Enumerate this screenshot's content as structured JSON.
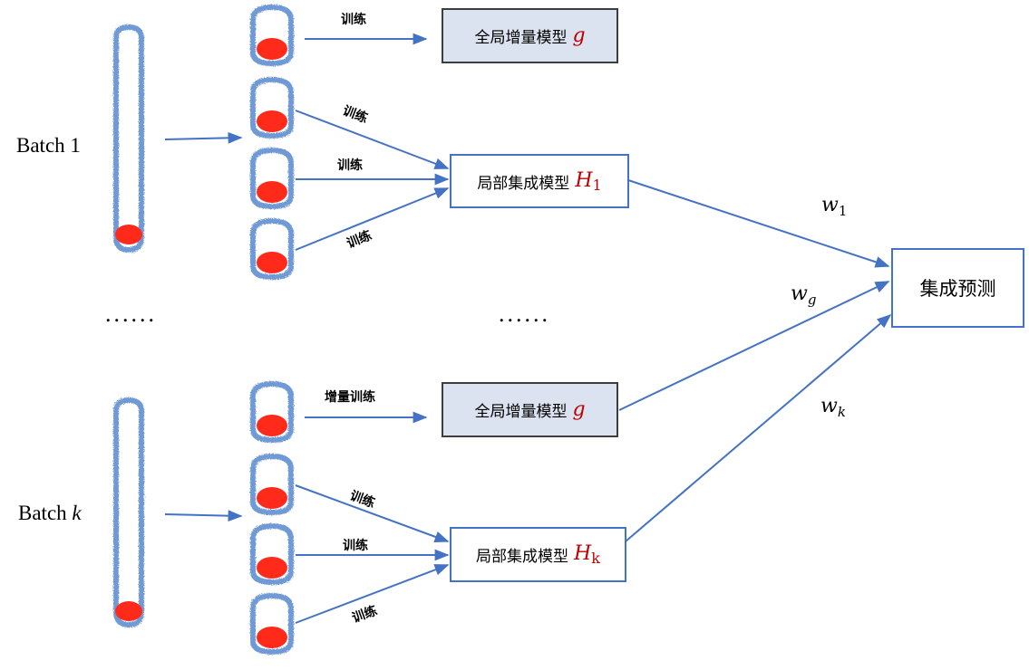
{
  "batch_1": {
    "prefix": "Batch ",
    "index": "1"
  },
  "batch_k": {
    "prefix": "Batch ",
    "index": "k"
  },
  "ellipsis": "......",
  "train": "训练",
  "incremental_train": "增量训练",
  "global_model": {
    "text": "全局增量模型",
    "symbol": "g"
  },
  "local_model_1": {
    "text": "局部集成模型",
    "symbol": "H",
    "sub": "1"
  },
  "local_model_k": {
    "text": "局部集成模型",
    "symbol": "H",
    "sub": "k"
  },
  "ensemble": "集成预测",
  "weights": {
    "w1": {
      "symbol": "w",
      "sub": "1"
    },
    "wg": {
      "symbol": "w",
      "sub": "g"
    },
    "wk": {
      "symbol": "w",
      "sub": "k"
    }
  },
  "colors": {
    "arrow": "#4472c4",
    "fill_red": "#ff2a1a",
    "tube": "#6f9ad6",
    "symbol_red": "#c00000",
    "global_box_bg": "#dce3f0"
  }
}
